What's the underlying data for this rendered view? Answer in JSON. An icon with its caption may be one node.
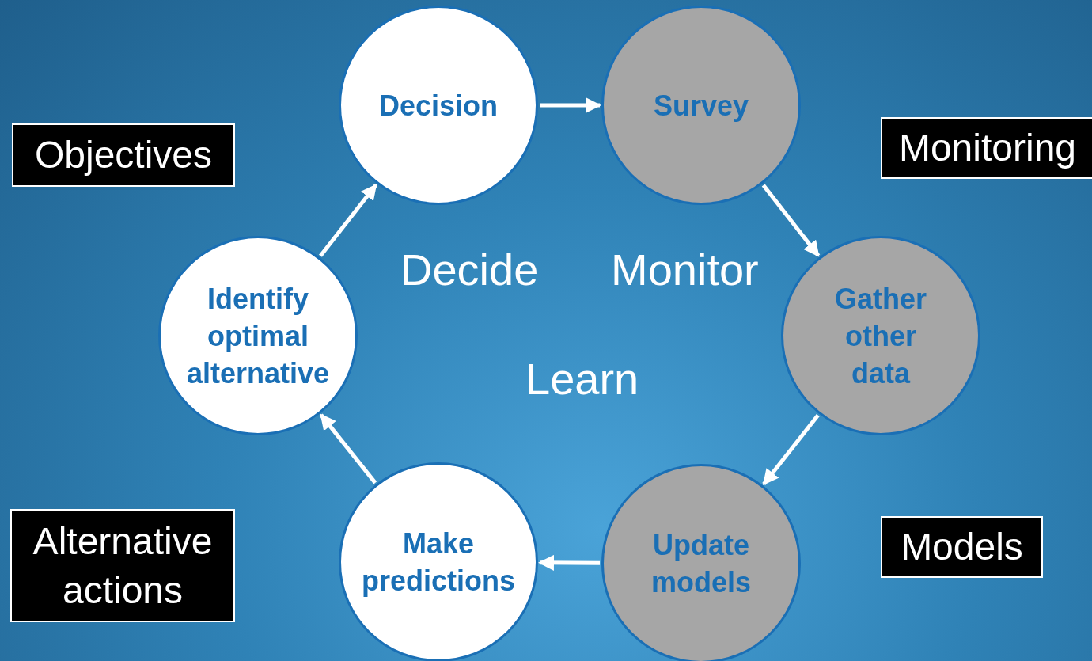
{
  "diagram": {
    "nodes": [
      {
        "text": [
          "Decision"
        ]
      },
      {
        "text": [
          "Survey"
        ]
      },
      {
        "text": [
          "Gather other data"
        ]
      },
      {
        "text": [
          "Update models"
        ]
      },
      {
        "text": [
          "Make predictions"
        ]
      },
      {
        "text": [
          "Identify optimal alternative"
        ]
      },
      {
        "text": [
          "Objectives"
        ]
      },
      {
        "text": [
          "Monitoring"
        ]
      },
      {
        "text": [
          "Models"
        ]
      },
      {
        "text": [
          "Alternative actions"
        ]
      }
    ],
    "edges": [
      {
        "from": 0,
        "to": 1,
        "arrow": "to"
      },
      {
        "from": 1,
        "to": 2,
        "arrow": "to"
      },
      {
        "from": 2,
        "to": 3,
        "arrow": "to"
      },
      {
        "from": 3,
        "to": 4,
        "arrow": "to"
      },
      {
        "from": 4,
        "to": 5,
        "arrow": "to"
      },
      {
        "from": 5,
        "to": 0,
        "arrow": "to"
      }
    ],
    "labels": [
      "Decide",
      "Monitor",
      "Learn"
    ]
  }
}
